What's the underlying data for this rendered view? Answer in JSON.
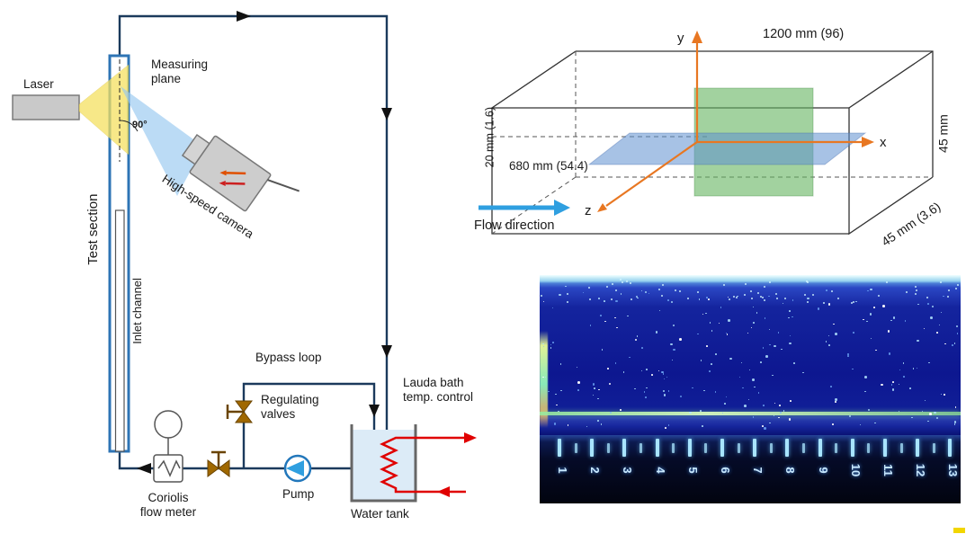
{
  "flow_loop": {
    "laser": "Laser",
    "measuring_plane": "Measuring plane",
    "angle": "90°",
    "camera": "High-speed camera",
    "test_section": "Test section",
    "inlet_channel": "Inlet channel",
    "bypass_loop": "Bypass loop",
    "regulating_valves": "Regulating valves",
    "coriolis": "Coriolis flow meter",
    "pump": "Pump",
    "water_tank": "Water tank",
    "lauda": "Lauda bath temp. control"
  },
  "geometry": {
    "axis_y": "y",
    "axis_x": "x",
    "axis_z": "z",
    "dim_length": "1200 mm (96)",
    "dim_height": "45 mm",
    "dim_depth": "45 mm (3.6)",
    "dim_inlet_height": "20 mm (1.6)",
    "dim_inlet_length": "680 mm (54.4)",
    "flow_direction": "Flow direction"
  },
  "photo": {
    "ruler_numbers": [
      "1",
      "2",
      "3",
      "4",
      "5",
      "6",
      "7",
      "8",
      "9",
      "10",
      "11",
      "12",
      "13"
    ]
  },
  "colors": {
    "pipe": "#1b3a5c",
    "test_section_outline": "#2e74b5",
    "laser_beam_yellow": "#f4e060",
    "camera_beam_blue": "#96c8f0",
    "valve_brown": "#a06800",
    "heater_red": "#e00000",
    "pump_blue": "#2f9fe0",
    "axis_orange": "#e87722",
    "plane_green": "#64b464",
    "plane_blue": "#5f8fd0",
    "flow_arrow_blue": "#2f9fe0",
    "photo_base_blue": "#0d1790",
    "ruler_tick_cyan": "#a8e4ff"
  }
}
